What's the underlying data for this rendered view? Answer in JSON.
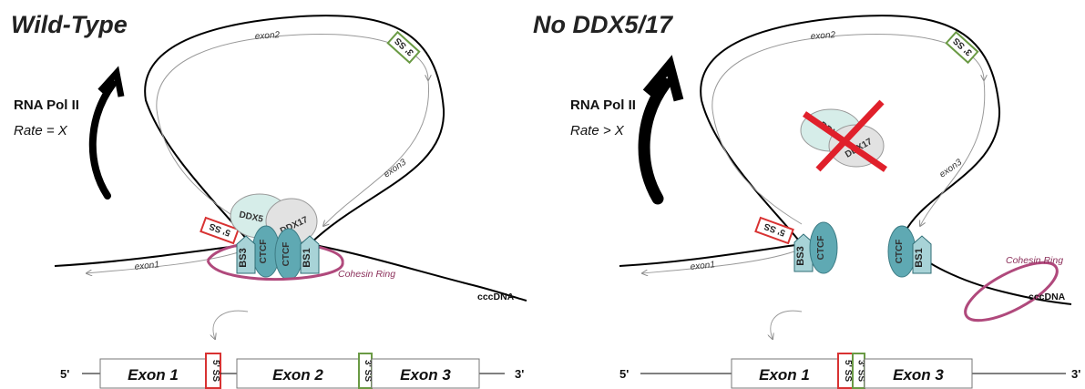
{
  "panels": {
    "left": {
      "title": "Wild-Type",
      "pol_label": "RNA Pol II",
      "rate_label": "Rate = X",
      "exon1": "exon1",
      "exon2": "exon2",
      "exon3": "exon3",
      "ss5": "5' SS",
      "ss3": "3' SS",
      "ddx5": "DDX5",
      "ddx17": "DDX17",
      "ctcf": "CTCF",
      "bs3": "BS3",
      "bs1": "BS1",
      "cohesin": "Cohesin Ring",
      "cccdna": "cccDNA",
      "transcript": {
        "five_prime": "5'",
        "three_prime": "3'",
        "exon1_label": "Exon 1",
        "exon2_label": "Exon 2",
        "exon3_label": "Exon 3",
        "ss5": "5' SS",
        "ss3": "3' SS"
      }
    },
    "right": {
      "title": "No DDX5/17",
      "pol_label": "RNA Pol II",
      "rate_label": "Rate > X",
      "exon1": "exon1",
      "exon2": "exon2",
      "exon3": "exon3",
      "ss5": "5' SS",
      "ss3": "3' SS",
      "ddx5": "DDX5",
      "ddx17": "DDX17",
      "ctcf": "CTCF",
      "bs3": "BS3",
      "bs1": "BS1",
      "cohesin": "Cohesin Ring",
      "cccdna": "cccDNA",
      "transcript": {
        "five_prime": "5'",
        "three_prime": "3'",
        "exon1_label": "Exon 1",
        "exon3_label": "Exon 3",
        "ss5": "5' SS",
        "ss3": "3' SS"
      }
    }
  },
  "colors": {
    "teal_protein": "#5fa9b3",
    "ddx5_fill": "#d6ede9",
    "ddx17_fill": "#e2e2e2",
    "cohesin": "#b0497c",
    "ss5_border": "#d83232",
    "ss3_border": "#6a9a44",
    "cross": "#e0202b"
  }
}
